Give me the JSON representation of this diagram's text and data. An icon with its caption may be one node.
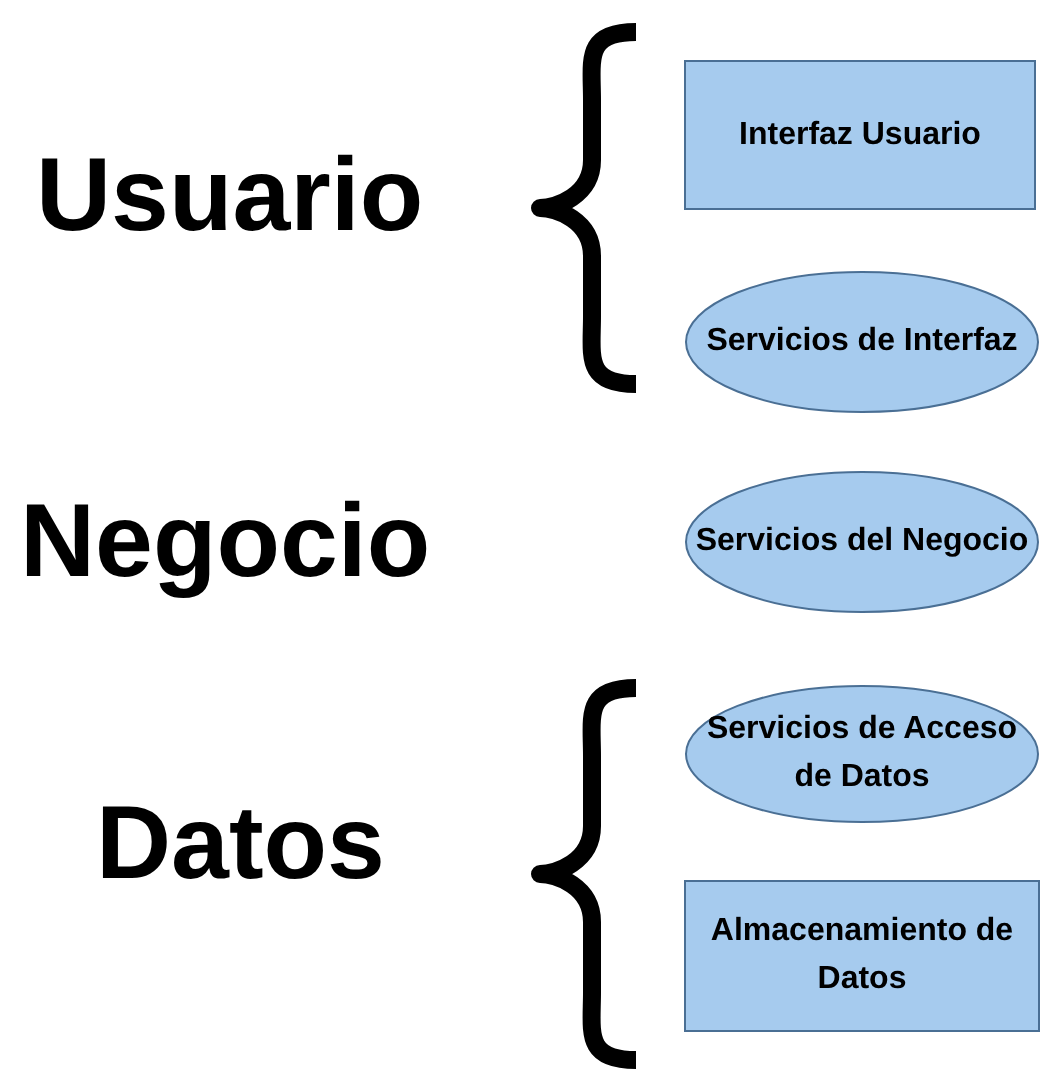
{
  "diagram": {
    "nodes": [
      {
        "text": [
          "Interfaz Usuario"
        ]
      },
      {
        "text": [
          "Servicios de Interfaz"
        ]
      },
      {
        "text": [
          "Servicios del Negocio"
        ]
      },
      {
        "text": [
          "Servicios de Acceso de Datos"
        ]
      },
      {
        "text": [
          "Almacenamiento de Datos"
        ]
      }
    ],
    "labels": [
      "Usuario",
      "Negocio",
      "Datos"
    ]
  }
}
